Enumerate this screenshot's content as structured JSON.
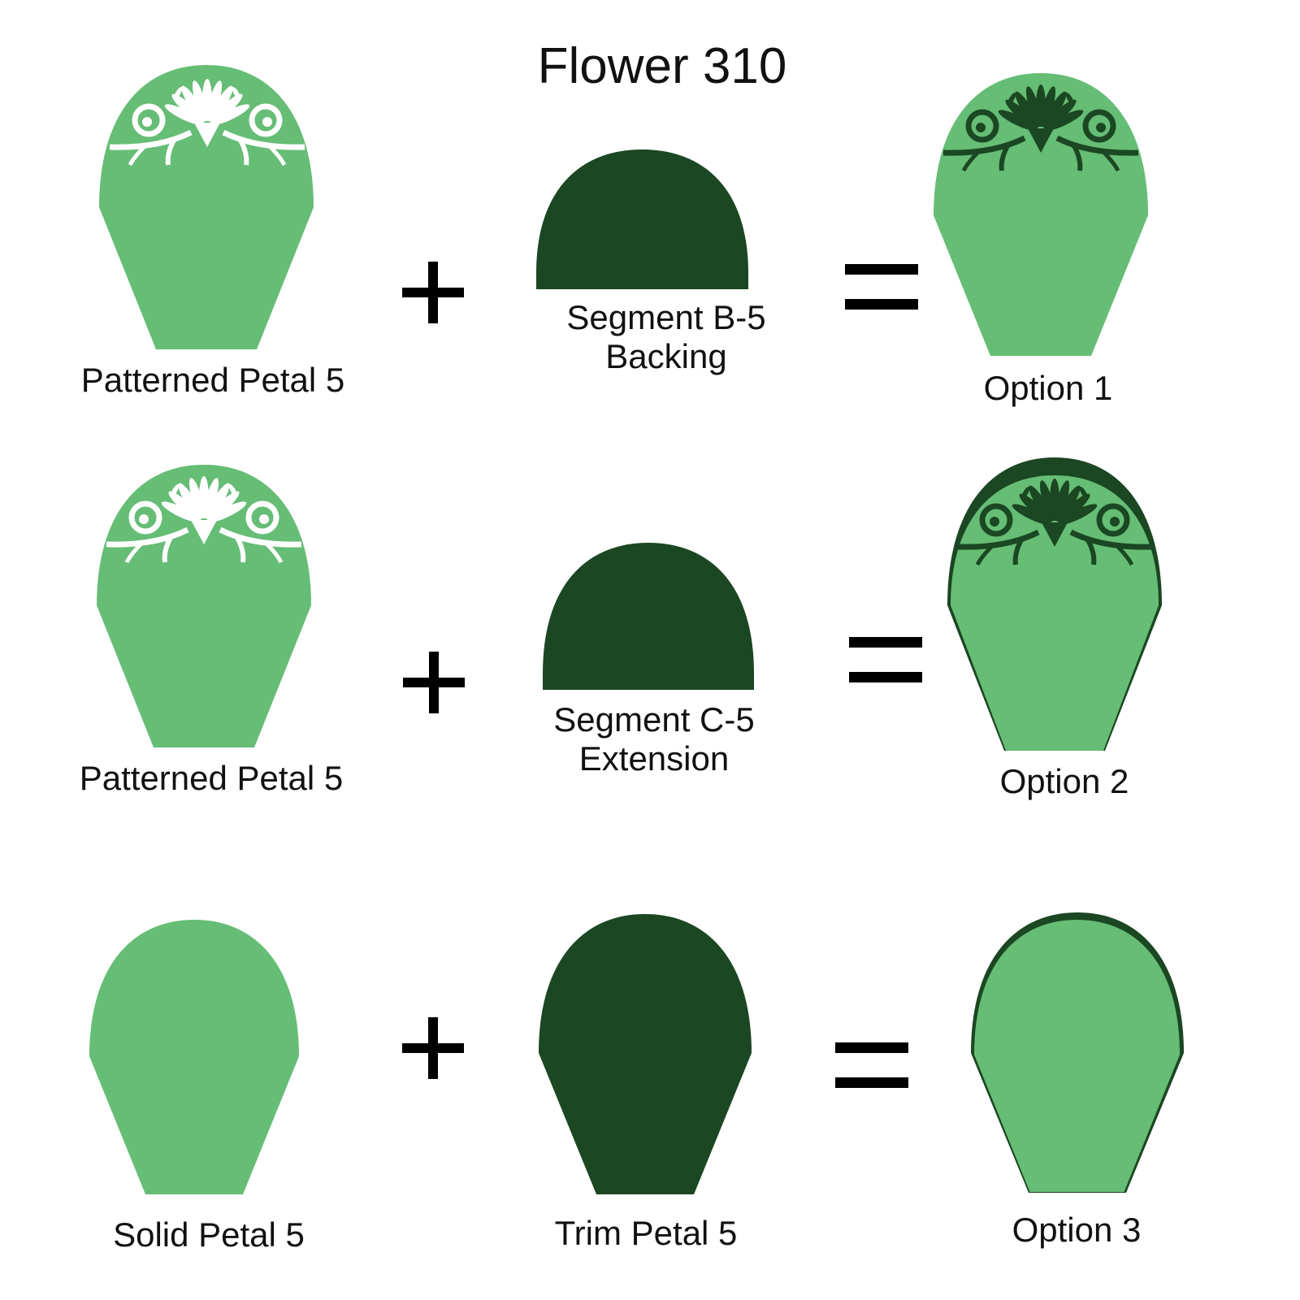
{
  "title": "Flower 310",
  "colors": {
    "light_green": "#66bd75",
    "dark_green": "#1b4722",
    "ornament_white": "#ffffff",
    "text": "#111111"
  },
  "rows": [
    {
      "left": "Patterned Petal 5",
      "middle_line1": "Segment B-5",
      "middle_line2": "Backing",
      "result": "Option 1"
    },
    {
      "left": "Patterned Petal 5",
      "middle_line1": "Segment C-5",
      "middle_line2": "Extension",
      "result": "Option 2"
    },
    {
      "left": "Solid Petal 5",
      "middle_line1": "Trim Petal 5",
      "result": "Option 3"
    }
  ],
  "operators": {
    "plus": "+",
    "equals": "="
  }
}
